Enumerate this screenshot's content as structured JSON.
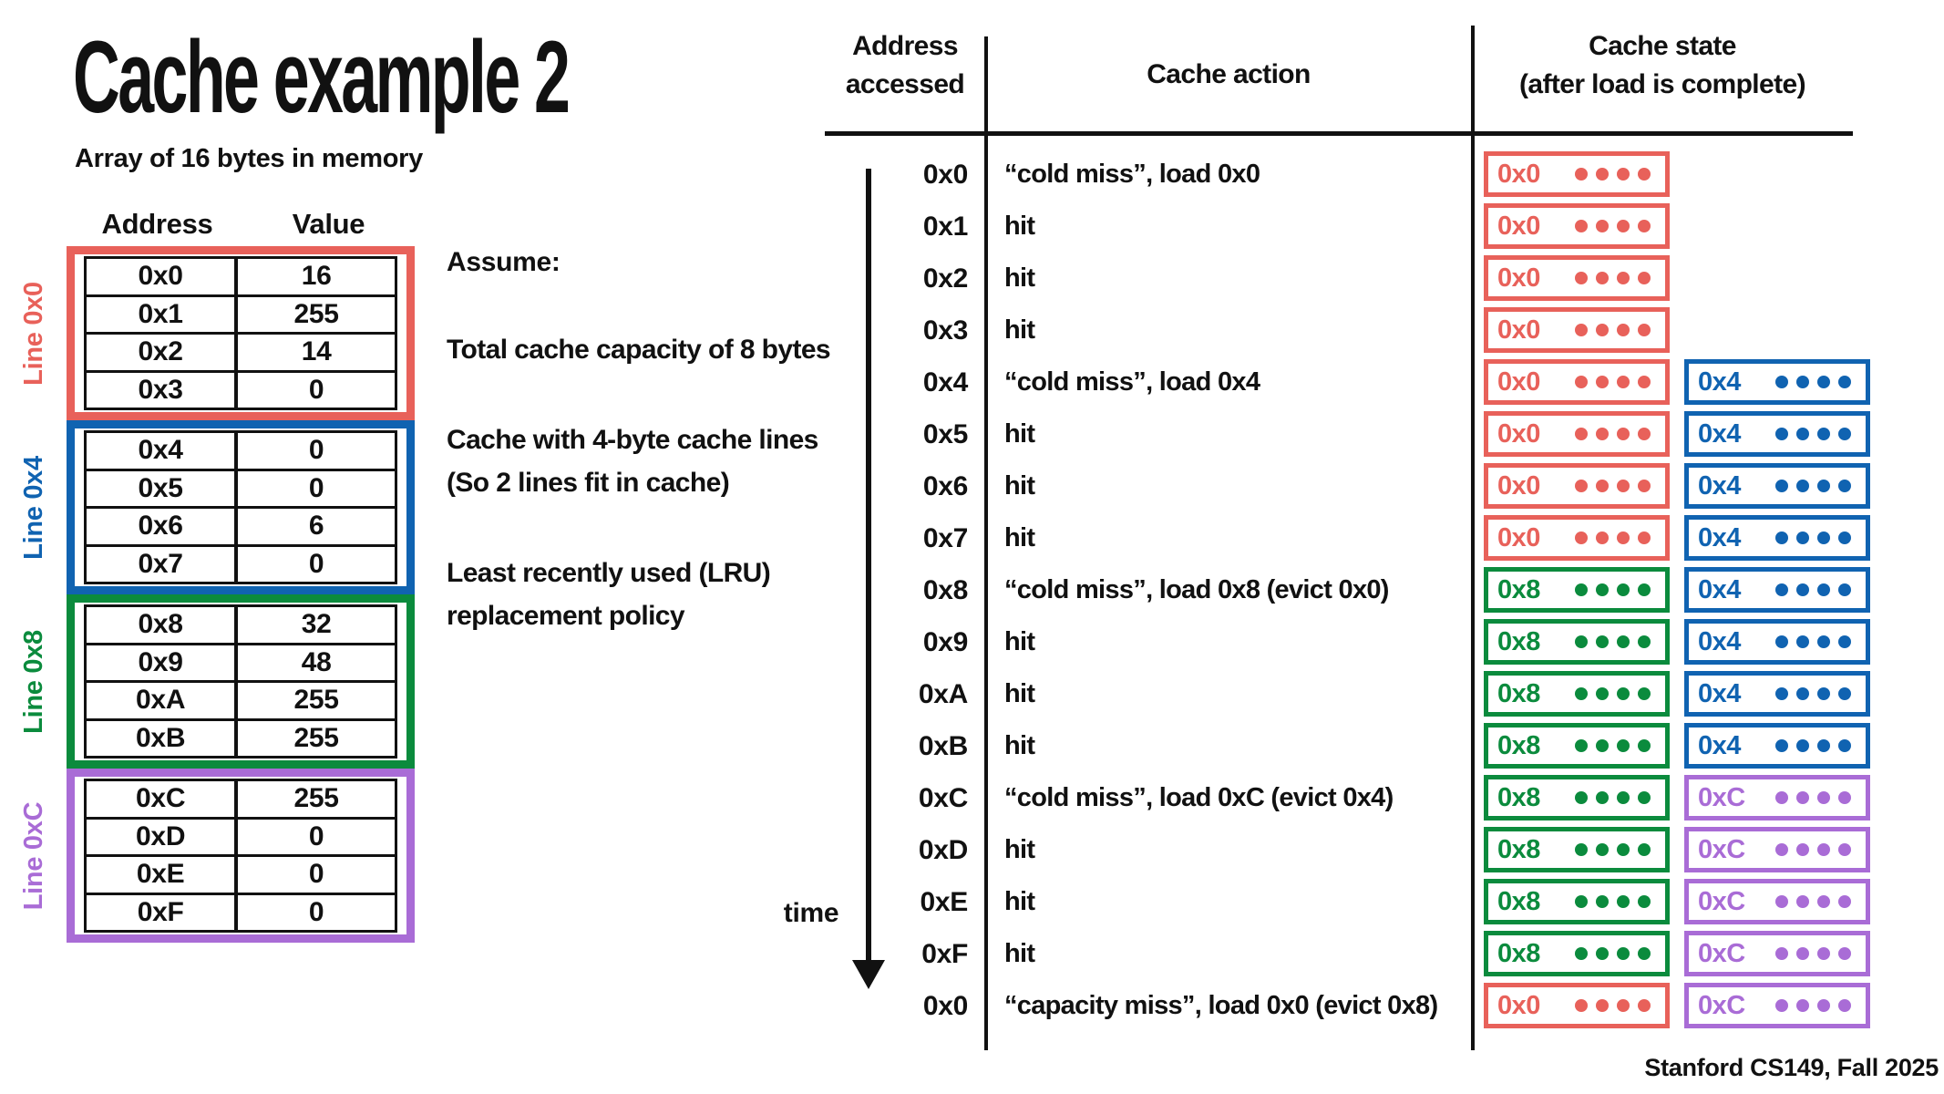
{
  "slide": {
    "title": "Cache example 2",
    "subtitle": "Array of 16 bytes in memory",
    "time_label": "time",
    "footer": "Stanford CS149, Fall 2025"
  },
  "colors": {
    "red": "#e8615a",
    "blue": "#1063b1",
    "green": "#0b8b3d",
    "purple": "#a96cd6",
    "text": "#111111"
  },
  "memory_table": {
    "col_headers": {
      "address": "Address",
      "value": "Value"
    },
    "groups": [
      {
        "label": "Line 0x0",
        "color": "red",
        "rows": [
          {
            "address": "0x0",
            "value": "16"
          },
          {
            "address": "0x1",
            "value": "255"
          },
          {
            "address": "0x2",
            "value": "14"
          },
          {
            "address": "0x3",
            "value": "0"
          }
        ]
      },
      {
        "label": "Line 0x4",
        "color": "blue",
        "rows": [
          {
            "address": "0x4",
            "value": "0"
          },
          {
            "address": "0x5",
            "value": "0"
          },
          {
            "address": "0x6",
            "value": "6"
          },
          {
            "address": "0x7",
            "value": "0"
          }
        ]
      },
      {
        "label": "Line 0x8",
        "color": "green",
        "rows": [
          {
            "address": "0x8",
            "value": "32"
          },
          {
            "address": "0x9",
            "value": "48"
          },
          {
            "address": "0xA",
            "value": "255"
          },
          {
            "address": "0xB",
            "value": "255"
          }
        ]
      },
      {
        "label": "Line 0xC",
        "color": "purple",
        "rows": [
          {
            "address": "0xC",
            "value": "255"
          },
          {
            "address": "0xD",
            "value": "0"
          },
          {
            "address": "0xE",
            "value": "0"
          },
          {
            "address": "0xF",
            "value": "0"
          }
        ]
      }
    ]
  },
  "assumptions": {
    "heading": "Assume:",
    "paragraphs": [
      [
        "Total cache capacity of 8 bytes"
      ],
      [
        "Cache with 4-byte cache lines",
        "(So 2 lines fit in cache)"
      ],
      [
        "Least recently used (LRU)",
        "replacement policy"
      ]
    ]
  },
  "access_table": {
    "headers": {
      "address_line1": "Address",
      "address_line2": "accessed",
      "action": "Cache action",
      "state_line1": "Cache state",
      "state_line2": "(after load is complete)"
    },
    "dots_per_line": 4,
    "rows": [
      {
        "address": "0x0",
        "action": "“cold miss”, load 0x0",
        "cache": [
          {
            "tag": "0x0",
            "color": "red"
          },
          null
        ]
      },
      {
        "address": "0x1",
        "action": "hit",
        "cache": [
          {
            "tag": "0x0",
            "color": "red"
          },
          null
        ]
      },
      {
        "address": "0x2",
        "action": "hit",
        "cache": [
          {
            "tag": "0x0",
            "color": "red"
          },
          null
        ]
      },
      {
        "address": "0x3",
        "action": "hit",
        "cache": [
          {
            "tag": "0x0",
            "color": "red"
          },
          null
        ]
      },
      {
        "address": "0x4",
        "action": "“cold miss”, load 0x4",
        "cache": [
          {
            "tag": "0x0",
            "color": "red"
          },
          {
            "tag": "0x4",
            "color": "blue"
          }
        ]
      },
      {
        "address": "0x5",
        "action": "hit",
        "cache": [
          {
            "tag": "0x0",
            "color": "red"
          },
          {
            "tag": "0x4",
            "color": "blue"
          }
        ]
      },
      {
        "address": "0x6",
        "action": "hit",
        "cache": [
          {
            "tag": "0x0",
            "color": "red"
          },
          {
            "tag": "0x4",
            "color": "blue"
          }
        ]
      },
      {
        "address": "0x7",
        "action": "hit",
        "cache": [
          {
            "tag": "0x0",
            "color": "red"
          },
          {
            "tag": "0x4",
            "color": "blue"
          }
        ]
      },
      {
        "address": "0x8",
        "action": "“cold miss”, load 0x8 (evict 0x0)",
        "cache": [
          {
            "tag": "0x8",
            "color": "green"
          },
          {
            "tag": "0x4",
            "color": "blue"
          }
        ]
      },
      {
        "address": "0x9",
        "action": "hit",
        "cache": [
          {
            "tag": "0x8",
            "color": "green"
          },
          {
            "tag": "0x4",
            "color": "blue"
          }
        ]
      },
      {
        "address": "0xA",
        "action": "hit",
        "cache": [
          {
            "tag": "0x8",
            "color": "green"
          },
          {
            "tag": "0x4",
            "color": "blue"
          }
        ]
      },
      {
        "address": "0xB",
        "action": "hit",
        "cache": [
          {
            "tag": "0x8",
            "color": "green"
          },
          {
            "tag": "0x4",
            "color": "blue"
          }
        ]
      },
      {
        "address": "0xC",
        "action": "“cold miss”, load 0xC (evict 0x4)",
        "cache": [
          {
            "tag": "0x8",
            "color": "green"
          },
          {
            "tag": "0xC",
            "color": "purple"
          }
        ]
      },
      {
        "address": "0xD",
        "action": "hit",
        "cache": [
          {
            "tag": "0x8",
            "color": "green"
          },
          {
            "tag": "0xC",
            "color": "purple"
          }
        ]
      },
      {
        "address": "0xE",
        "action": "hit",
        "cache": [
          {
            "tag": "0x8",
            "color": "green"
          },
          {
            "tag": "0xC",
            "color": "purple"
          }
        ]
      },
      {
        "address": "0xF",
        "action": "hit",
        "cache": [
          {
            "tag": "0x8",
            "color": "green"
          },
          {
            "tag": "0xC",
            "color": "purple"
          }
        ]
      },
      {
        "address": "0x0",
        "action": "“capacity miss”, load 0x0 (evict 0x8)",
        "cache": [
          {
            "tag": "0x0",
            "color": "red"
          },
          {
            "tag": "0xC",
            "color": "purple"
          }
        ]
      }
    ]
  }
}
